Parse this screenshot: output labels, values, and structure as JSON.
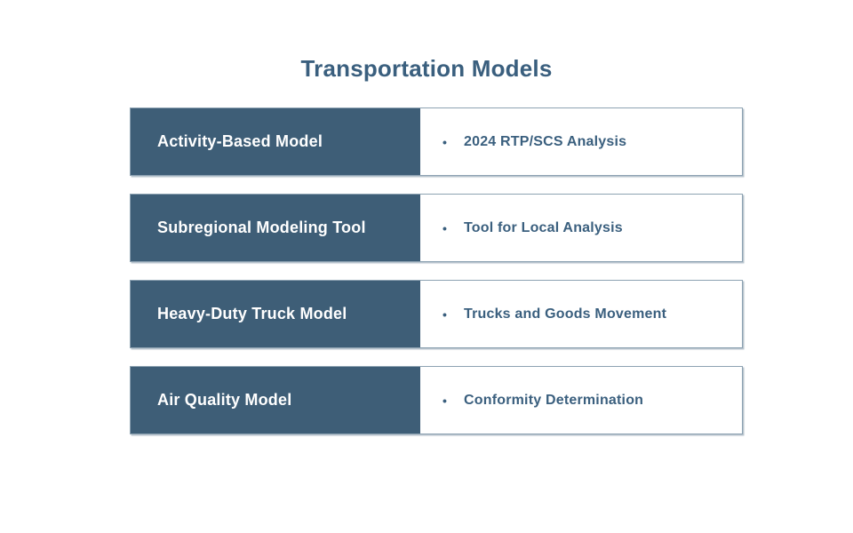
{
  "slide": {
    "title": "Transportation Models",
    "bullet_glyph": "•",
    "rows": [
      {
        "label": "Activity-Based Model",
        "bullet": "2024 RTP/SCS Analysis"
      },
      {
        "label": "Subregional Modeling Tool",
        "bullet": "Tool for Local Analysis"
      },
      {
        "label": "Heavy-Duty Truck Model",
        "bullet": "Trucks and Goods Movement"
      },
      {
        "label": "Air Quality Model",
        "bullet": "Conformity Determination"
      }
    ],
    "colors": {
      "background": "#ffffff",
      "header_fill": "#3E5E77",
      "accent_text": "#3A5F7E",
      "label_text": "#ffffff",
      "border": "#8DA2B2"
    }
  }
}
